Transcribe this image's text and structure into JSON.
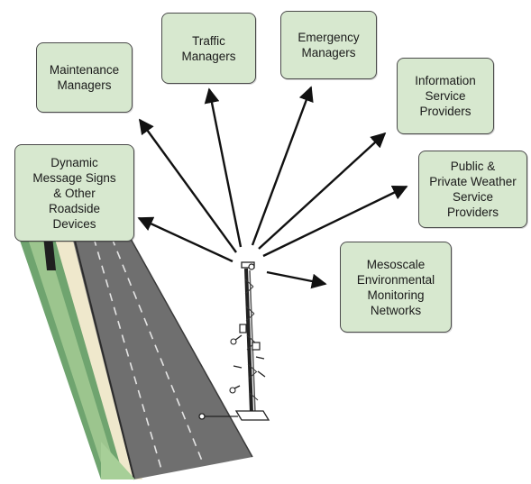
{
  "colors": {
    "box_fill": "#d7e8cf",
    "box_border": "#4a4a4a",
    "arrow": "#111111",
    "road_asphalt": "#6f6f6f",
    "road_grass": "#6fa46f",
    "road_shoulder": "#efe8cc"
  },
  "recipients": [
    {
      "id": "maintenance",
      "label": "Maintenance\nManagers"
    },
    {
      "id": "traffic",
      "label": "Traffic\nManagers"
    },
    {
      "id": "emergency",
      "label": "Emergency\nManagers"
    },
    {
      "id": "information",
      "label": "Information\nService\nProviders"
    },
    {
      "id": "weather",
      "label": "Public &\nPrivate Weather\nService\nProviders"
    },
    {
      "id": "mesoscale",
      "label": "Mesoscale\nEnvironmental\nMonitoring\nNetworks"
    },
    {
      "id": "dms",
      "label": "Dynamic\nMessage Signs\n& Other\nRoadside\nDevices"
    }
  ],
  "icons": {
    "station": "weather-station-tower-icon",
    "road": "roadway-illustration"
  }
}
